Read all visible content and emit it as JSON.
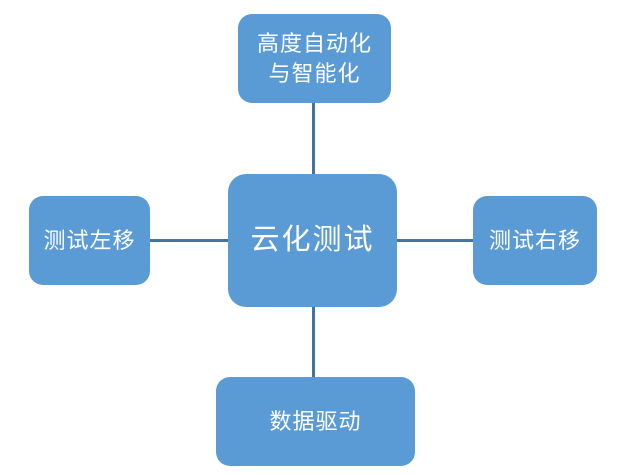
{
  "diagram": {
    "type": "mind-map-radial",
    "background_color": "#FFFFFF",
    "node_fill_color": "#5B9BD5",
    "node_text_color": "#FFFFFF",
    "connector_color": "#44739E",
    "center": {
      "label": "云化测试"
    },
    "branches": [
      {
        "id": "top",
        "label": "高度自动化\n与智能化",
        "position": "top"
      },
      {
        "id": "left",
        "label": "测试左移",
        "position": "left"
      },
      {
        "id": "right",
        "label": "测试右移",
        "position": "right"
      },
      {
        "id": "bottom",
        "label": "数据驱动",
        "position": "bottom"
      }
    ]
  }
}
